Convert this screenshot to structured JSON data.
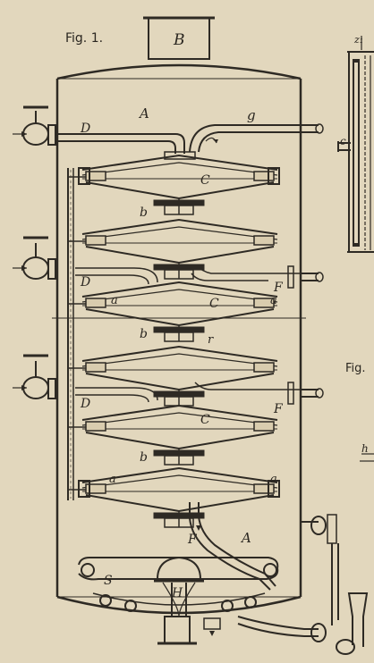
{
  "figure": {
    "caption_main": "Fig. 1.",
    "caption_side": "Fig."
  },
  "labels": {
    "B": "B",
    "A_top": "A",
    "A_bottom": "A",
    "g": "g",
    "D1": "D",
    "D2": "D",
    "D3": "D",
    "C1": "C",
    "C2": "C",
    "C3": "C",
    "b1": "b",
    "b2": "b",
    "b3": "b",
    "a1": "a",
    "a2": "a",
    "a3": "a",
    "a4": "a",
    "r": "r",
    "F1": "F",
    "F2": "F",
    "F3": "F",
    "S": "S",
    "H": "H",
    "c": "c",
    "zeta": "z₁",
    "h": "h"
  },
  "colors": {
    "paper": "#e2d7bd",
    "ink": "#2e2a24"
  }
}
